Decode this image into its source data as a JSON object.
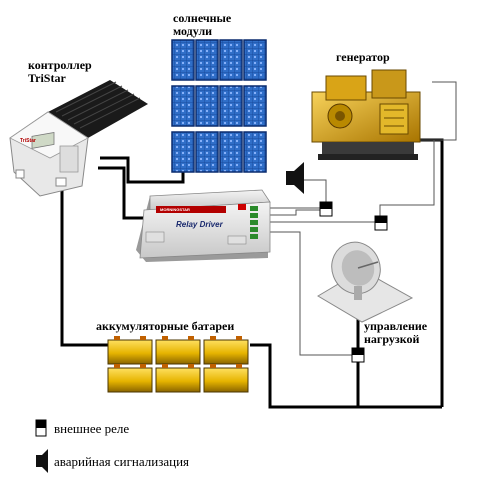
{
  "labels": {
    "solar_line1": "солнечные",
    "solar_line2": "модули",
    "controller_line1": "контроллер",
    "controller_line2": "TriStar",
    "generator": "генератор",
    "batteries": "аккумуляторные батареи",
    "load_line1": "управление",
    "load_line2": "нагрузкой"
  },
  "legend": {
    "relay": "внешнее реле",
    "alarm": "аварийная сигнализация"
  },
  "devices": {
    "relay_driver_title": "Relay Driver",
    "relay_driver_brand": "MORNINGSTAR",
    "tristar_brand": "TriStar"
  },
  "colors": {
    "wire": "#000000",
    "thin_wire": "#555555",
    "panel_blue": "#2f6ec8",
    "panel_frame": "#0a2b6e",
    "battery_yellow": "#f0c419",
    "generator_yellow": "#e8b21b",
    "relay_mark": "#000000"
  },
  "icons": {
    "relay": "relay-contact-icon",
    "alarm": "horn-icon",
    "dish": "satellite-dish-icon"
  }
}
